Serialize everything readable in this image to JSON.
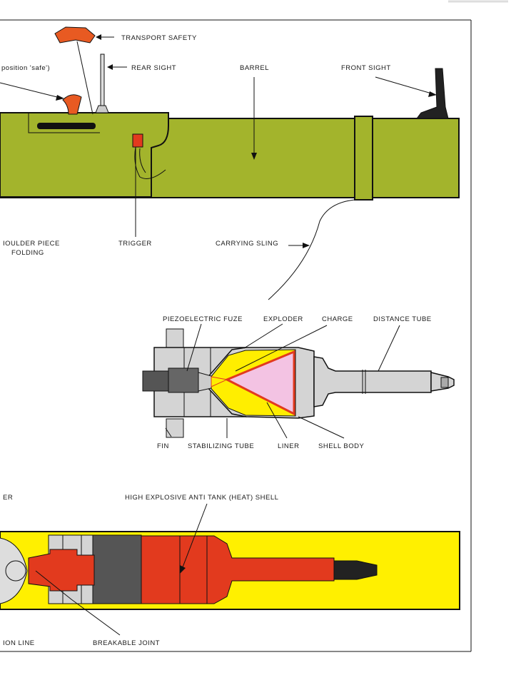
{
  "labels": {
    "transport_safety": "TRANSPORT SAFETY",
    "position_safe": "position 'safe')",
    "rear_sight": "REAR SIGHT",
    "barrel": "BARREL",
    "front_sight": "FRONT SIGHT",
    "shoulder_piece_1": "IOULDER PIECE",
    "shoulder_piece_2": "FOLDING",
    "trigger": "TRIGGER",
    "carrying_sling": "CARRYING SLING",
    "piezo_fuze": "PIEZOELECTRIC FUZE",
    "exploder": "EXPLODER",
    "charge": "CHARGE",
    "distance_tube": "DISTANCE TUBE",
    "fin": "FIN",
    "stabilizing_tube": "STABILIZING TUBE",
    "liner": "LINER",
    "shell_body": "SHELL BODY",
    "er_fragment": "ER",
    "heat_shell": "HIGH EXPLOSIVE ANTI TANK (HEAT) SHELL",
    "ion_line": "ION LINE",
    "breakable_joint": "BREAKABLE JOINT"
  },
  "colors": {
    "launcher_olive": "#a3b42c",
    "shell_grey": "#d4d4d4",
    "charge_yellow": "#ffee00",
    "liner_red": "#e23a1e",
    "cavity_pink": "#f3c3e3",
    "safety_orange": "#e85a22",
    "tube_yellow": "#fff000",
    "dark_grey": "#555555"
  }
}
